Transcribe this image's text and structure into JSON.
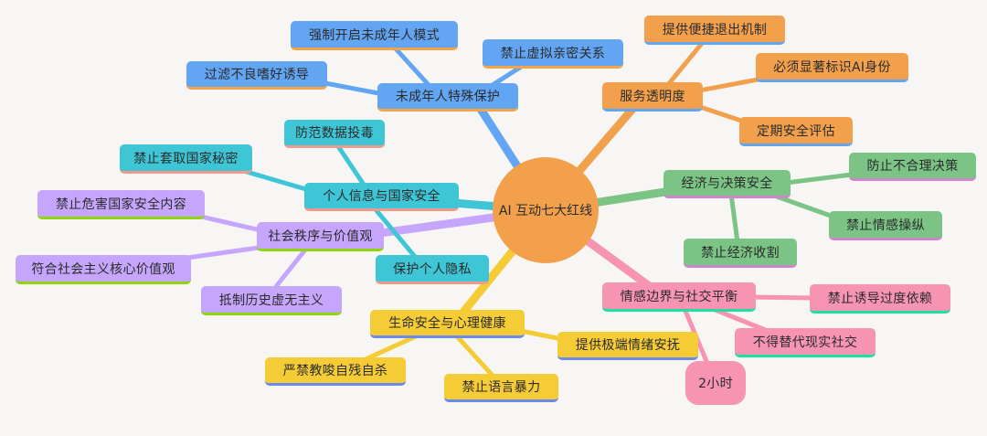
{
  "center": {
    "label": "AI 互动七大红线",
    "color": "#f2a04c"
  },
  "branches": [
    {
      "label": "未成年人特殊保护",
      "color": "#62a5f3",
      "children": [
        "强制开启未成年人模式",
        "过滤不良嗜好诱导",
        "禁止虚拟亲密关系"
      ]
    },
    {
      "label": "服务透明度",
      "color": "#f2a04c",
      "children": [
        "提供便捷退出机制",
        "必须显著标识AI身份",
        "定期安全评估"
      ]
    },
    {
      "label": "经济与决策安全",
      "color": "#7bc485",
      "children": [
        "防止不合理决策",
        "禁止情感操纵",
        "禁止经济收割"
      ]
    },
    {
      "label": "情感边界与社交平衡",
      "color": "#f794b4",
      "children": [
        "禁止诱导过度依赖",
        "不得替代现实社交",
        "2小时"
      ]
    },
    {
      "label": "生命安全与心理健康",
      "color": "#f5cb36",
      "children": [
        "提供极端情绪安抚",
        "严禁教唆自残自杀",
        "禁止语言暴力"
      ]
    },
    {
      "label": "个人信息与国家安全",
      "color": "#3ec6d6",
      "children": [
        "防范数据投毒",
        "禁止套取国家秘密",
        "保护个人隐私"
      ]
    },
    {
      "label": "社会秩序与价值观",
      "color": "#c5a6fc",
      "children": [
        "禁止危害国家安全内容",
        "符合社会主义核心价值观",
        "抵制历史虚无主义"
      ]
    }
  ]
}
